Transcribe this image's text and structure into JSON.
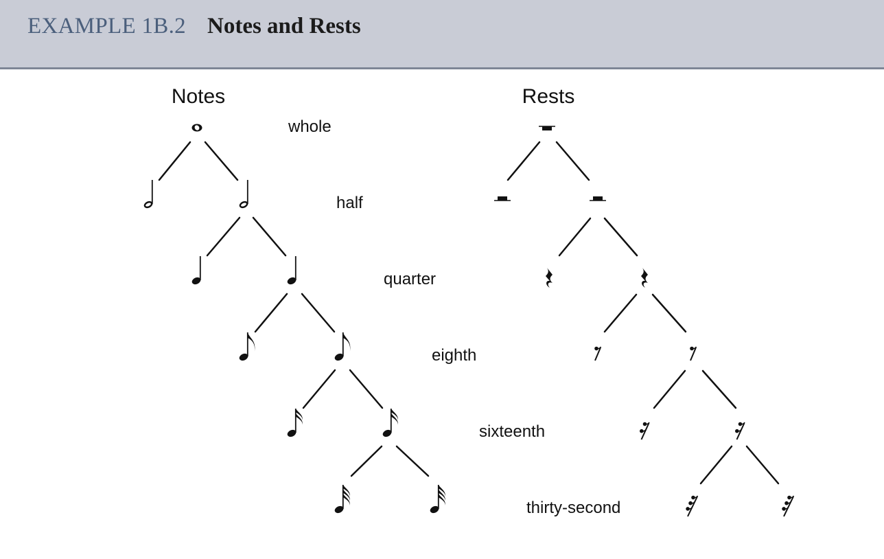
{
  "header": {
    "example_label": "EXAMPLE 1B.2",
    "title": "Notes and Rests"
  },
  "columns": {
    "notes_title": "Notes",
    "rests_title": "Rests"
  },
  "rows": [
    {
      "label": "whole",
      "note_count": 1,
      "rest_count": 1
    },
    {
      "label": "half",
      "note_count": 2,
      "rest_count": 2
    },
    {
      "label": "quarter",
      "note_count": 2,
      "rest_count": 2
    },
    {
      "label": "eighth",
      "note_count": 2,
      "rest_count": 2
    },
    {
      "label": "sixteenth",
      "note_count": 2,
      "rest_count": 2
    },
    {
      "label": "thirty-second",
      "note_count": 2,
      "rest_count": 2
    }
  ],
  "colors": {
    "header_bg": "#c9ccd6",
    "header_rule": "#7e8696",
    "example_label": "#4b5f7c",
    "ink": "#111111"
  }
}
